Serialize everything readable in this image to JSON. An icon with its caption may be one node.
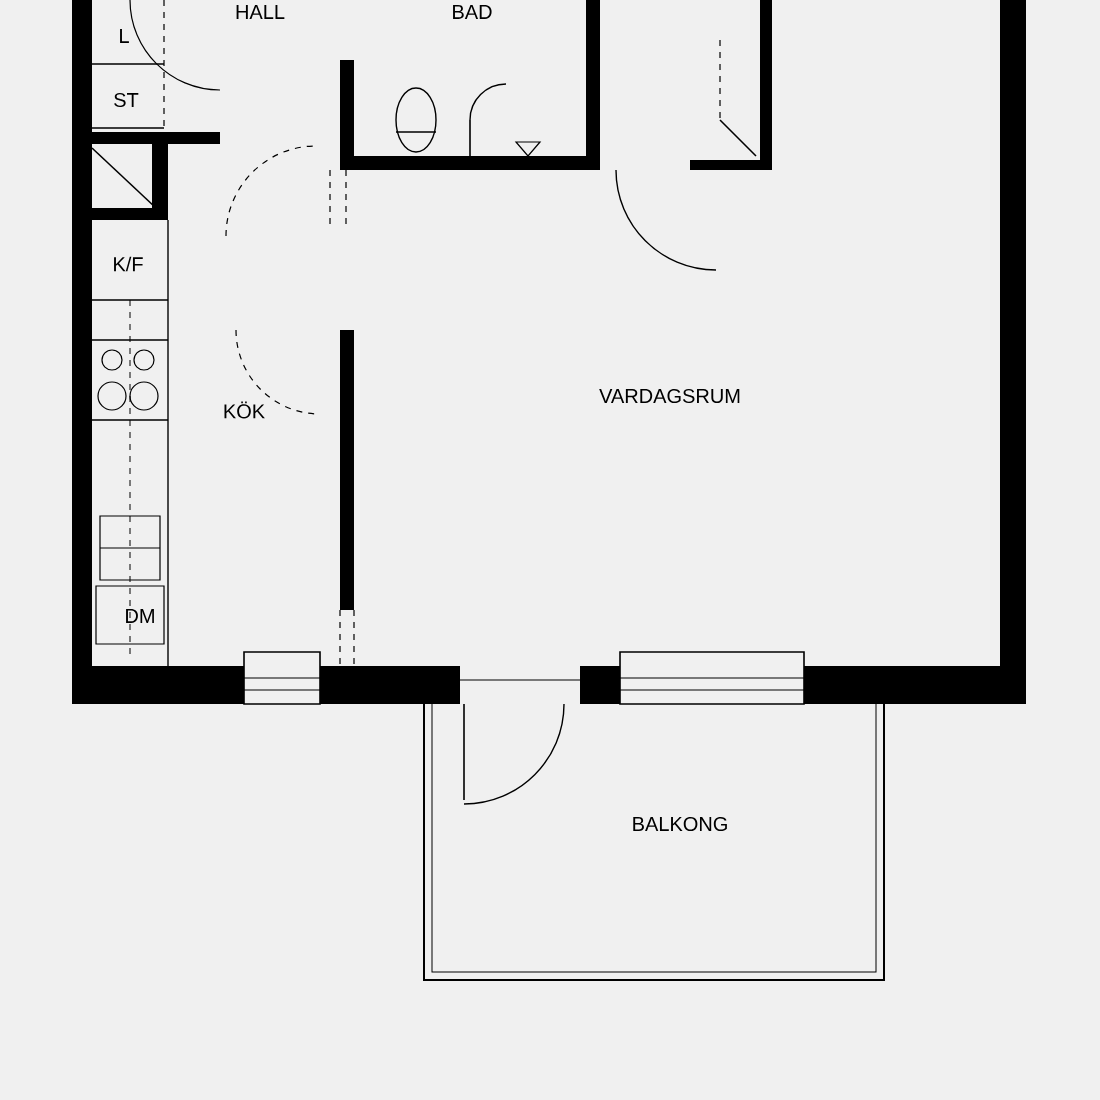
{
  "diagram": {
    "labels": [
      "HALL",
      "BAD",
      "L",
      "ST",
      "K/F",
      "KÖK",
      "VARDAGSRUM",
      "DM",
      "BALKONG"
    ]
  }
}
